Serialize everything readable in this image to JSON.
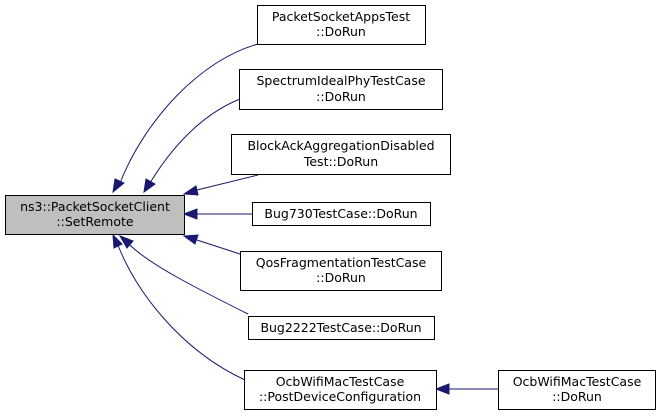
{
  "graph": {
    "nodes": {
      "root": {
        "lines": [
          "ns3::PacketSocketClient",
          "::SetRemote"
        ]
      },
      "n1": {
        "lines": [
          "PacketSocketAppsTest",
          "::DoRun"
        ]
      },
      "n2": {
        "lines": [
          "SpectrumIdealPhyTestCase",
          "::DoRun"
        ]
      },
      "n3": {
        "lines": [
          "BlockAckAggregationDisabled",
          "Test::DoRun"
        ]
      },
      "n4": {
        "lines": [
          "Bug730TestCase::DoRun"
        ]
      },
      "n5": {
        "lines": [
          "QosFragmentationTestCase",
          "::DoRun"
        ]
      },
      "n6": {
        "lines": [
          "Bug2222TestCase::DoRun"
        ]
      },
      "n7": {
        "lines": [
          "OcbWifiMacTestCase",
          "::PostDeviceConfiguration"
        ]
      },
      "n8": {
        "lines": [
          "OcbWifiMacTestCase",
          "::DoRun"
        ]
      }
    },
    "colors": {
      "edge": "#191970",
      "root_fill": "#bfbfbf",
      "node_fill": "#ffffff"
    }
  }
}
